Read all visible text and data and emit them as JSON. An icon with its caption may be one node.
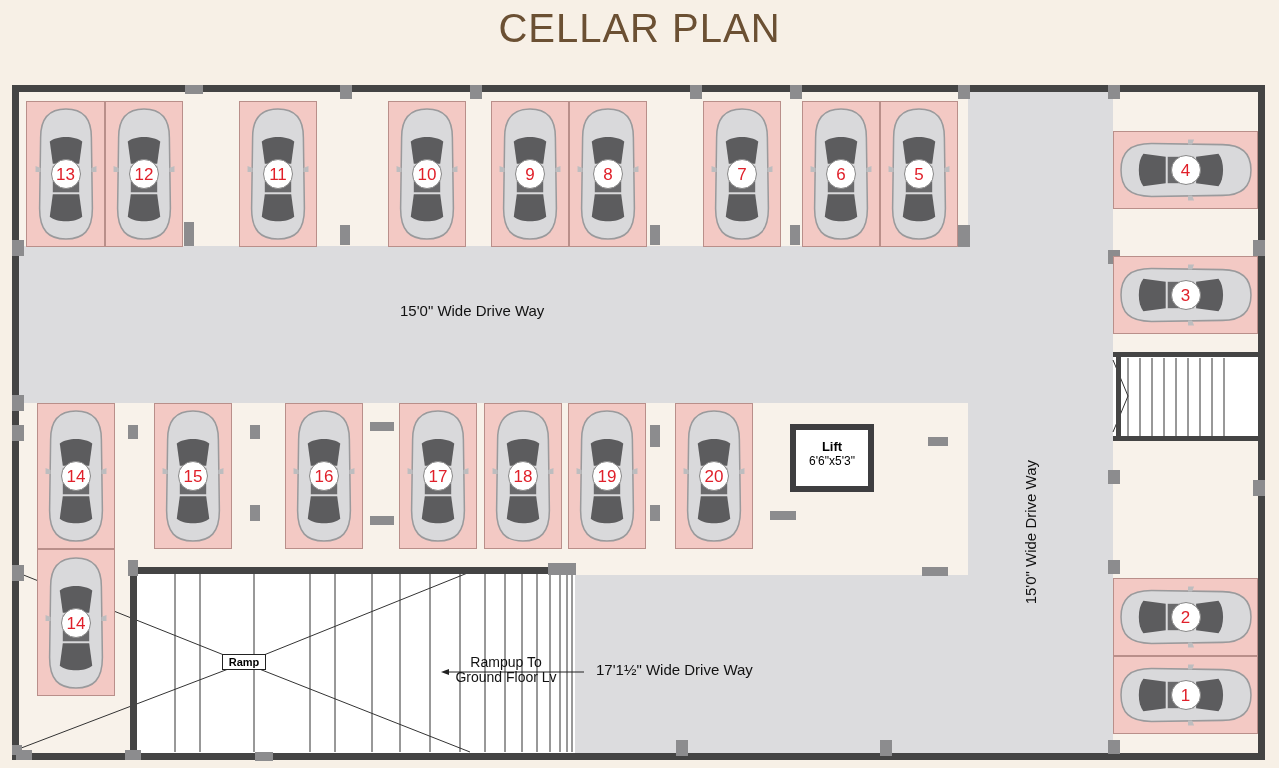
{
  "diagram": {
    "title": "CELLAR PLAN",
    "nodes": [
      {
        "text": [
          "13"
        ]
      },
      {
        "text": [
          "12"
        ]
      },
      {
        "text": [
          "11"
        ]
      },
      {
        "text": [
          "10"
        ]
      },
      {
        "text": [
          "9"
        ]
      },
      {
        "text": [
          "8"
        ]
      },
      {
        "text": [
          "7"
        ]
      },
      {
        "text": [
          "6"
        ]
      },
      {
        "text": [
          "5"
        ]
      },
      {
        "text": [
          "4"
        ]
      },
      {
        "text": [
          "3"
        ]
      },
      {
        "text": [
          "14"
        ]
      },
      {
        "text": [
          "15"
        ]
      },
      {
        "text": [
          "16"
        ]
      },
      {
        "text": [
          "17"
        ]
      },
      {
        "text": [
          "18"
        ]
      },
      {
        "text": [
          "19"
        ]
      },
      {
        "text": [
          "20"
        ]
      },
      {
        "text": [
          "Lift",
          "6'6\"x5'3\""
        ]
      },
      {
        "text": [
          "14"
        ]
      },
      {
        "text": [
          "Ramp"
        ]
      },
      {
        "text": [
          "2"
        ]
      },
      {
        "text": [
          "1"
        ]
      }
    ],
    "labels": [
      "15'0\" Wide Drive Way",
      "15'0\" Wide Drive Way",
      "Rampup To Ground Floor Lv",
      "17'1½\" Wide Drive Way"
    ]
  }
}
